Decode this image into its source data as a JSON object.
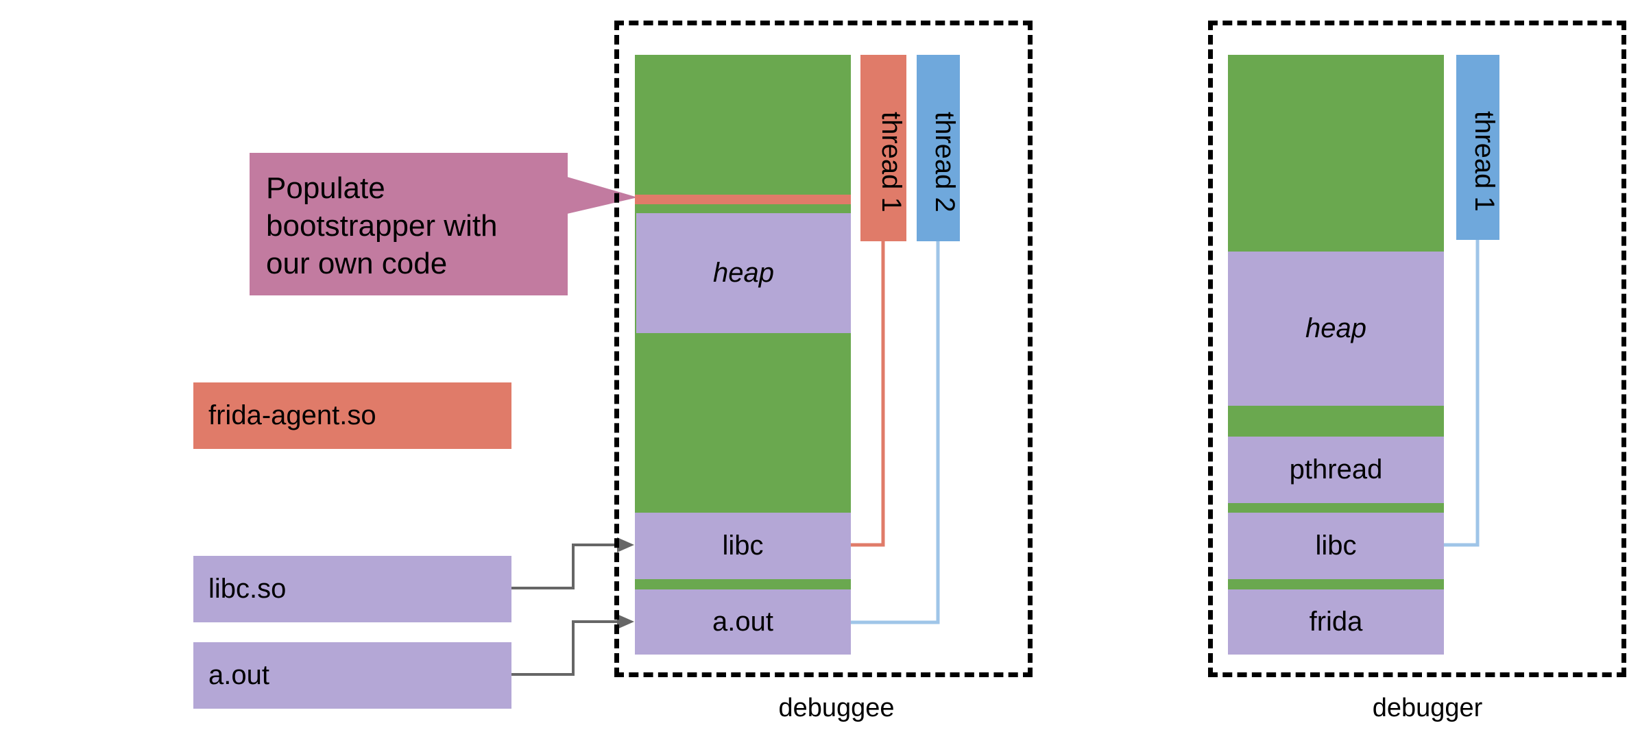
{
  "callout": {
    "text_lines": [
      "Populate",
      "bootstrapper with",
      "our own code"
    ]
  },
  "left_boxes": {
    "agent": "frida-agent.so",
    "libc": "libc.so",
    "aout": "a.out"
  },
  "debuggee": {
    "caption": "debuggee",
    "heap": "heap",
    "libc": "libc",
    "aout": "a.out",
    "thread1": "thread 1",
    "thread2": "thread 2"
  },
  "debugger": {
    "caption": "debugger",
    "heap": "heap",
    "pthread": "pthread",
    "libc": "libc",
    "frida": "frida",
    "thread1": "thread 1"
  },
  "colors": {
    "green": "#6aa84f",
    "purple": "#b4a7d6",
    "red": "#e07b69",
    "blue": "#6fa8dc",
    "pink": "#c27ba0"
  }
}
